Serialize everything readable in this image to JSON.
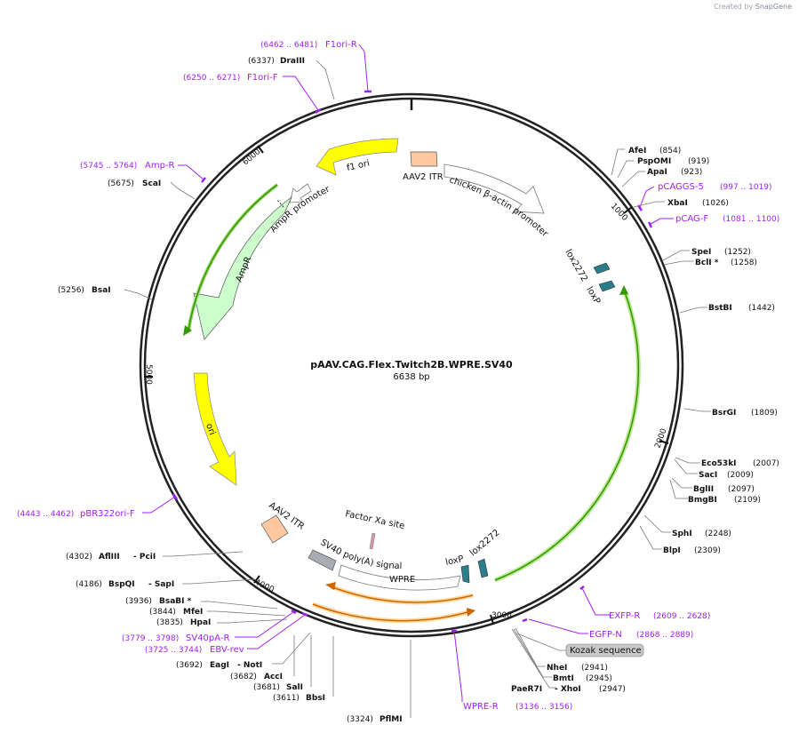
{
  "credit": {
    "prefix": "Created by",
    "brand": "SnapGene"
  },
  "plasmid": {
    "name": "pAAV.CAG.Flex.Twitch2B.WPRE.SV40",
    "size": "6638 bp"
  },
  "ticks": [
    "1000",
    "2000",
    "3000",
    "4000",
    "5000",
    "6000"
  ],
  "features": {
    "chicken_actin": "chicken β-actin promoter",
    "aav2_itr_top": "AAV2 ITR",
    "aav2_itr_bottom": "AAV2 ITR",
    "f1_ori": "f1 ori",
    "ampr_promoter": "AmpR promoter",
    "ampr": "AmpR",
    "ori": "ori",
    "lox2272_top": "lox2272",
    "loxp_top": "loxP",
    "factor_xa": "Factor Xa site",
    "sv40_polya": "SV40 poly(A) signal",
    "wpre": "WPRE",
    "loxp_bottom": "loxP",
    "lox2272_bottom": "lox2272",
    "kozak": "Kozak sequence"
  },
  "enzymes": {
    "afei": {
      "name": "AfeI",
      "pos": "(854)"
    },
    "pspomi": {
      "name": "PspOMI",
      "pos": "(919)"
    },
    "apai": {
      "name": "ApaI",
      "pos": "(923)"
    },
    "xbai": {
      "name": "XbaI",
      "pos": "(1026)"
    },
    "spei": {
      "name": "SpeI",
      "pos": "(1252)"
    },
    "bcli": {
      "name": "BclI *",
      "pos": "(1258)"
    },
    "bstbi": {
      "name": "BstBI",
      "pos": "(1442)"
    },
    "bsrgi": {
      "name": "BsrGI",
      "pos": "(1809)"
    },
    "eco53ki": {
      "name": "Eco53kI",
      "pos": "(2007)"
    },
    "saci": {
      "name": "SacI",
      "pos": "(2009)"
    },
    "bglii": {
      "name": "BglII",
      "pos": "(2097)"
    },
    "bmgbi": {
      "name": "BmgBI",
      "pos": "(2109)"
    },
    "sphi": {
      "name": "SphI",
      "pos": "(2248)"
    },
    "blpi": {
      "name": "BlpI",
      "pos": "(2309)"
    },
    "nhei": {
      "name": "NheI",
      "pos": "(2941)"
    },
    "bmti": {
      "name": "BmtI",
      "pos": "(2945)"
    },
    "paer7i": {
      "name": "PaeR7I",
      "sep": "- XhoI",
      "pos": "(2947)"
    },
    "pfimi": {
      "pos": "(3324)",
      "name": "PflMI"
    },
    "bsi": {
      "pos": "(3611)",
      "name": "BbsI"
    },
    "sali": {
      "pos": "(3681)",
      "name": "SalI"
    },
    "acci": {
      "pos": "(3682)",
      "name": "AccI"
    },
    "eagi": {
      "pos": "(3692)",
      "name": "EagI",
      "sep": "- NotI"
    },
    "hpai": {
      "pos": "(3835)",
      "name": "HpaI"
    },
    "mfei": {
      "pos": "(3844)",
      "name": "MfeI"
    },
    "bsabi": {
      "pos": "(3936)",
      "name": "BsaBI *"
    },
    "bspqi": {
      "pos": "(4186)",
      "name": "BspQI",
      "sep": "- SapI"
    },
    "aflIII": {
      "pos": "(4302)",
      "name": "AflIII",
      "sep": "- PciI"
    },
    "bsai": {
      "pos": "(5256)",
      "name": "BsaI"
    },
    "scai": {
      "pos": "(5675)",
      "name": "ScaI"
    },
    "draiii": {
      "pos": "(6337)",
      "name": "DraIII"
    }
  },
  "primers": {
    "pcaggs5": {
      "name": "pCAGGS-5",
      "range": "(997 .. 1019)"
    },
    "pcagf": {
      "name": "pCAG-F",
      "range": "(1081 .. 1100)"
    },
    "exfpr": {
      "name": "EXFP-R",
      "range": "(2609 .. 2628)"
    },
    "egfpn": {
      "name": "EGFP-N",
      "range": "(2868 .. 2889)"
    },
    "wprer": {
      "name": "WPRE-R",
      "range": "(3136 .. 3156)"
    },
    "sv40par": {
      "range": "(3779 .. 3798)",
      "name": "SV40pA-R"
    },
    "ebvrev": {
      "range": "(3725 .. 3744)",
      "name": "EBV-rev"
    },
    "pbr322": {
      "range": "(4443 .. 4462)",
      "name": "pBR322ori-F"
    },
    "ampr": {
      "range": "(5745 .. 5764)",
      "name": "Amp-R"
    },
    "f1orif": {
      "range": "(6250 .. 6271)",
      "name": "F1ori-F"
    },
    "f1orir": {
      "range": "(6462 .. 6481)",
      "name": "F1ori-R"
    }
  },
  "colors": {
    "primer": "#a020f0",
    "f1_ori": "#ffff00",
    "ori": "#ffff00",
    "ampr": "#ccffcc",
    "itr": "#ffc8a0",
    "lox": "#2b7d8c",
    "wpre": "#ffffff",
    "sv40": "#a8adb4",
    "orf_green": "#339900",
    "orf_orange": "#cc6600"
  }
}
